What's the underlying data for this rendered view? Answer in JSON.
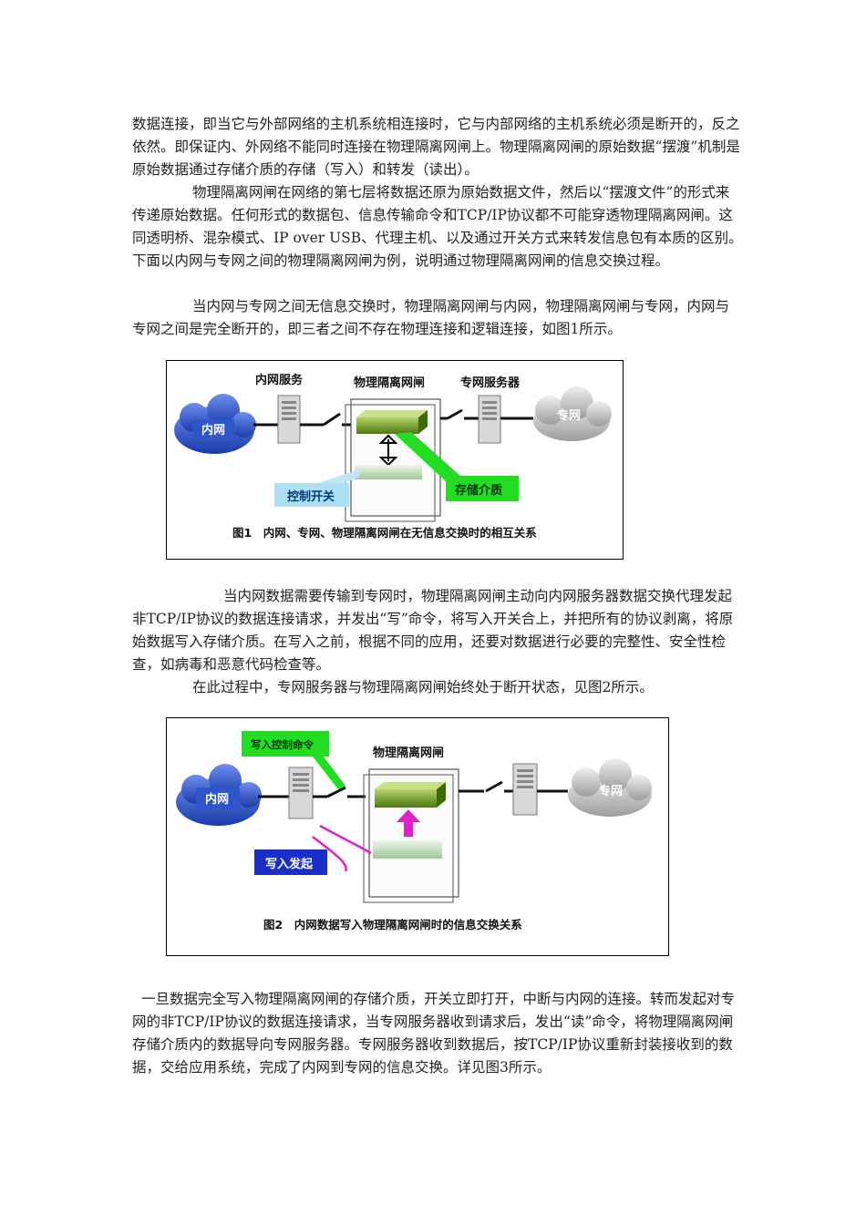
{
  "paragraphs": [
    "数据连接，即当它与外部网络的主机系统相连接时，它与内部网络的主机系统必须是断开的，反之依然。即保证内、外网络不能同时连接在物理隔离网闸上。物理隔离网闸的原始数据“摆渡”机制是原始数据通过存储介质的存储（写入）和转发（读出）。",
    "物理隔离网闸在网络的第七层将数据还原为原始数据文件，然后以“摆渡文件”的形式来传递原始数据。任何形式的数据包、信息传输命令和TCP/IP协议都不可能穿透物理隔离网闸。这同透明桥、混杂模式、IP over USB、代理主机、以及通过开关方式来转发信息包有本质的区别。下面以内网与专网之间的物理隔离网闸为例，说明通过物理隔离网闸的信息交换过程。",
    "当内网与专网之间无信息交换时，物理隔离网闸与内网，物理隔离网闸与专网，内网与专网之间是完全断开的，即三者之间不存在物理连接和逻辑连接，如图1所示。",
    "当内网数据需要传输到专网时，物理隔离网闸主动向内网服务器数据交换代理发起非TCP/IP协议的数据连接请求，并发出“写”命令，将写入开关合上，并把所有的协议剥离，将原始数据写入存储介质。在写入之前，根据不同的应用，还要对数据进行必要的完整性、安全性检查，如病毒和恶意代码检查等。",
    "在此过程中，专网服务器与物理隔离网闸始终处于断开状态，见图2所示。",
    "一旦数据完全写入物理隔离网闸的存储介质，开关立即打开，中断与内网的连接。转而发起对专网的非TCP/IP协议的数据连接请求，当专网服务器收到请求后，发出“读”命令，将物理隔离网闸存储介质内的数据导向专网服务器。专网服务器收到数据后，按TCP/IP协议重新封装接收到的数据，交给应用系统，完成了内网到专网的信息交换。详见图3所示。"
  ],
  "figure1": {
    "inner_server_label": "内网服务",
    "gateway_label": "物理隔离网闸",
    "private_server_label": "专网服务器",
    "inner_net": "内网",
    "private_net": "专网",
    "control_switch": "控制开关",
    "storage_medium": "存储介质",
    "caption": "图1　内网、专网、物理隔离网闸在无信息交换时的相互关系"
  },
  "figure2": {
    "write_cmd": "写入控制命令",
    "gateway_label": "物理隔离网闸",
    "inner_net": "内网",
    "private_net": "专网",
    "write_start": "写入发起",
    "caption": "图2　内网数据写入物理隔离网闸时的信息交换关系"
  },
  "colors": {
    "cloud_blue": "#2e55c9",
    "cloud_gray": "#c6c6c6",
    "green_label": "#22dd22",
    "blue_label_bg": "#aee0f5",
    "dark_blue_label": "#1a2fc9",
    "magenta_arrow": "#e020c8",
    "storage_green": "#6a9a1a"
  }
}
